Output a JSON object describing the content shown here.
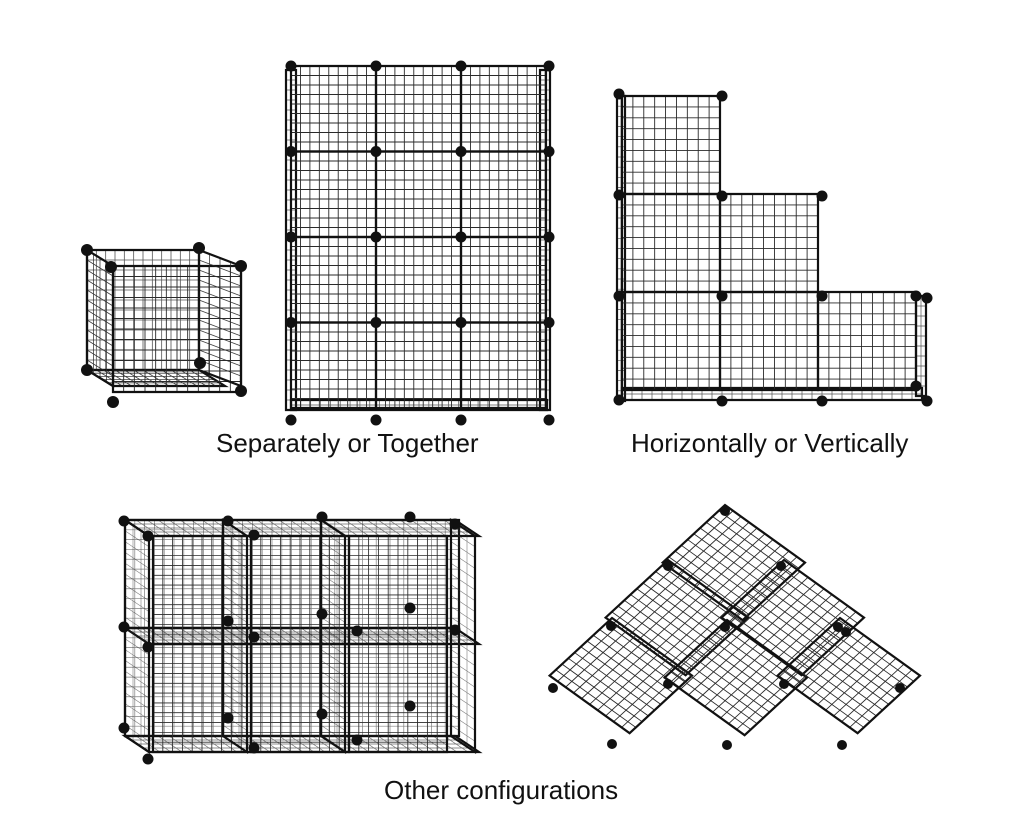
{
  "captions": {
    "separately_together": "Separately or Together",
    "horizontal_vertical": "Horizontally or Vertically",
    "other": "Other configurations"
  },
  "colors": {
    "background": "#ffffff",
    "wire": "#2a2a2a",
    "connector": "#111111"
  }
}
